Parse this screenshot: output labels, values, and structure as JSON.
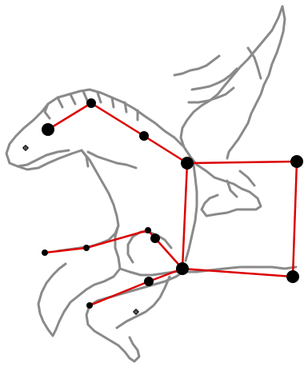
{
  "figure": {
    "subject": "constellation-over-winged-horse",
    "colors": {
      "background": "#ffffff",
      "outline": "#8a8a8a",
      "constellation_line": "#dd0000",
      "star": "#000000"
    }
  },
  "constellation": {
    "stars": [
      {
        "id": "head-bright",
        "mag": "large"
      },
      {
        "id": "head-top",
        "mag": "medium"
      },
      {
        "id": "neck-mid",
        "mag": "medium"
      },
      {
        "id": "square-top-left",
        "mag": "large"
      },
      {
        "id": "square-top-right",
        "mag": "large"
      },
      {
        "id": "square-bottom-right",
        "mag": "large"
      },
      {
        "id": "square-bottom-left",
        "mag": "large"
      },
      {
        "id": "leg-upper-knee",
        "mag": "medium"
      },
      {
        "id": "leg-upper-joint",
        "mag": "small"
      },
      {
        "id": "leg-upper-mid",
        "mag": "small"
      },
      {
        "id": "leg-upper-tip",
        "mag": "small"
      },
      {
        "id": "leg-lower-mid",
        "mag": "medium"
      },
      {
        "id": "leg-lower-tip",
        "mag": "small"
      },
      {
        "id": "nose-deep-sky",
        "mag": "tiny"
      },
      {
        "id": "belly-deep-sky",
        "mag": "tiny"
      }
    ],
    "lines": [
      [
        "head-bright",
        "head-top"
      ],
      [
        "head-top",
        "neck-mid"
      ],
      [
        "neck-mid",
        "square-top-left"
      ],
      [
        "square-top-left",
        "square-top-right"
      ],
      [
        "square-top-right",
        "square-bottom-right"
      ],
      [
        "square-bottom-right",
        "square-bottom-left"
      ],
      [
        "square-bottom-left",
        "square-top-left"
      ],
      [
        "square-bottom-left",
        "leg-upper-knee"
      ],
      [
        "leg-upper-knee",
        "leg-upper-joint"
      ],
      [
        "leg-upper-joint",
        "leg-upper-mid"
      ],
      [
        "leg-upper-mid",
        "leg-upper-tip"
      ],
      [
        "square-bottom-left",
        "leg-lower-mid"
      ],
      [
        "leg-lower-mid",
        "leg-lower-tip"
      ]
    ]
  }
}
